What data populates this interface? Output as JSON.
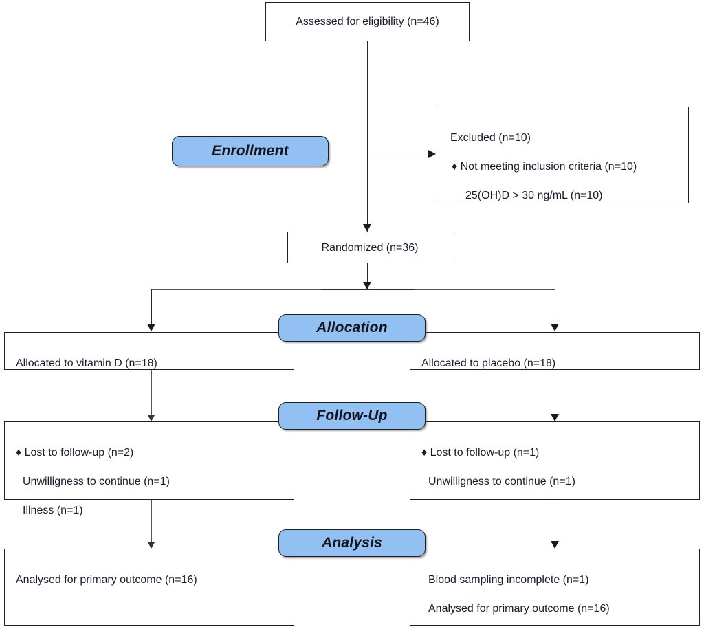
{
  "diagram": {
    "title": "CONSORT participant flow diagram",
    "accent_color": "#93c0f2",
    "box_border_color": "#231f20",
    "text_color": "#1b1b2e"
  },
  "stage_labels": {
    "enrollment": "Enrollment",
    "allocation": "Allocation",
    "follow_up": "Follow-Up",
    "analysis": "Analysis"
  },
  "nodes": {
    "assessed": "Assessed for eligibility (n=46)",
    "excluded": {
      "heading": "Excluded  (n=10)",
      "bullet": "♦  Not meeting inclusion criteria (n=10)",
      "detail": "25(OH)D > 30 ng/mL (n=10)"
    },
    "randomized": "Randomized (n=36)",
    "allocation_left": "Allocated to vitamin D (n=18)",
    "allocation_right": "Allocated to placebo (n=18)",
    "followup_left": {
      "line1": "♦ Lost to follow-up (n=2)",
      "line2": "Unwilligness to continue (n=1)",
      "line3": "Illness (n=1)"
    },
    "followup_right": {
      "line1": "♦ Lost to follow-up (n=1)",
      "line2": "Unwilligness to continue (n=1)"
    },
    "analysis_left": "Analysed for primary outcome (n=16)",
    "analysis_right": {
      "line1": "Blood sampling incomplete (n=1)",
      "line2": "Analysed for primary outcome (n=16)"
    }
  }
}
